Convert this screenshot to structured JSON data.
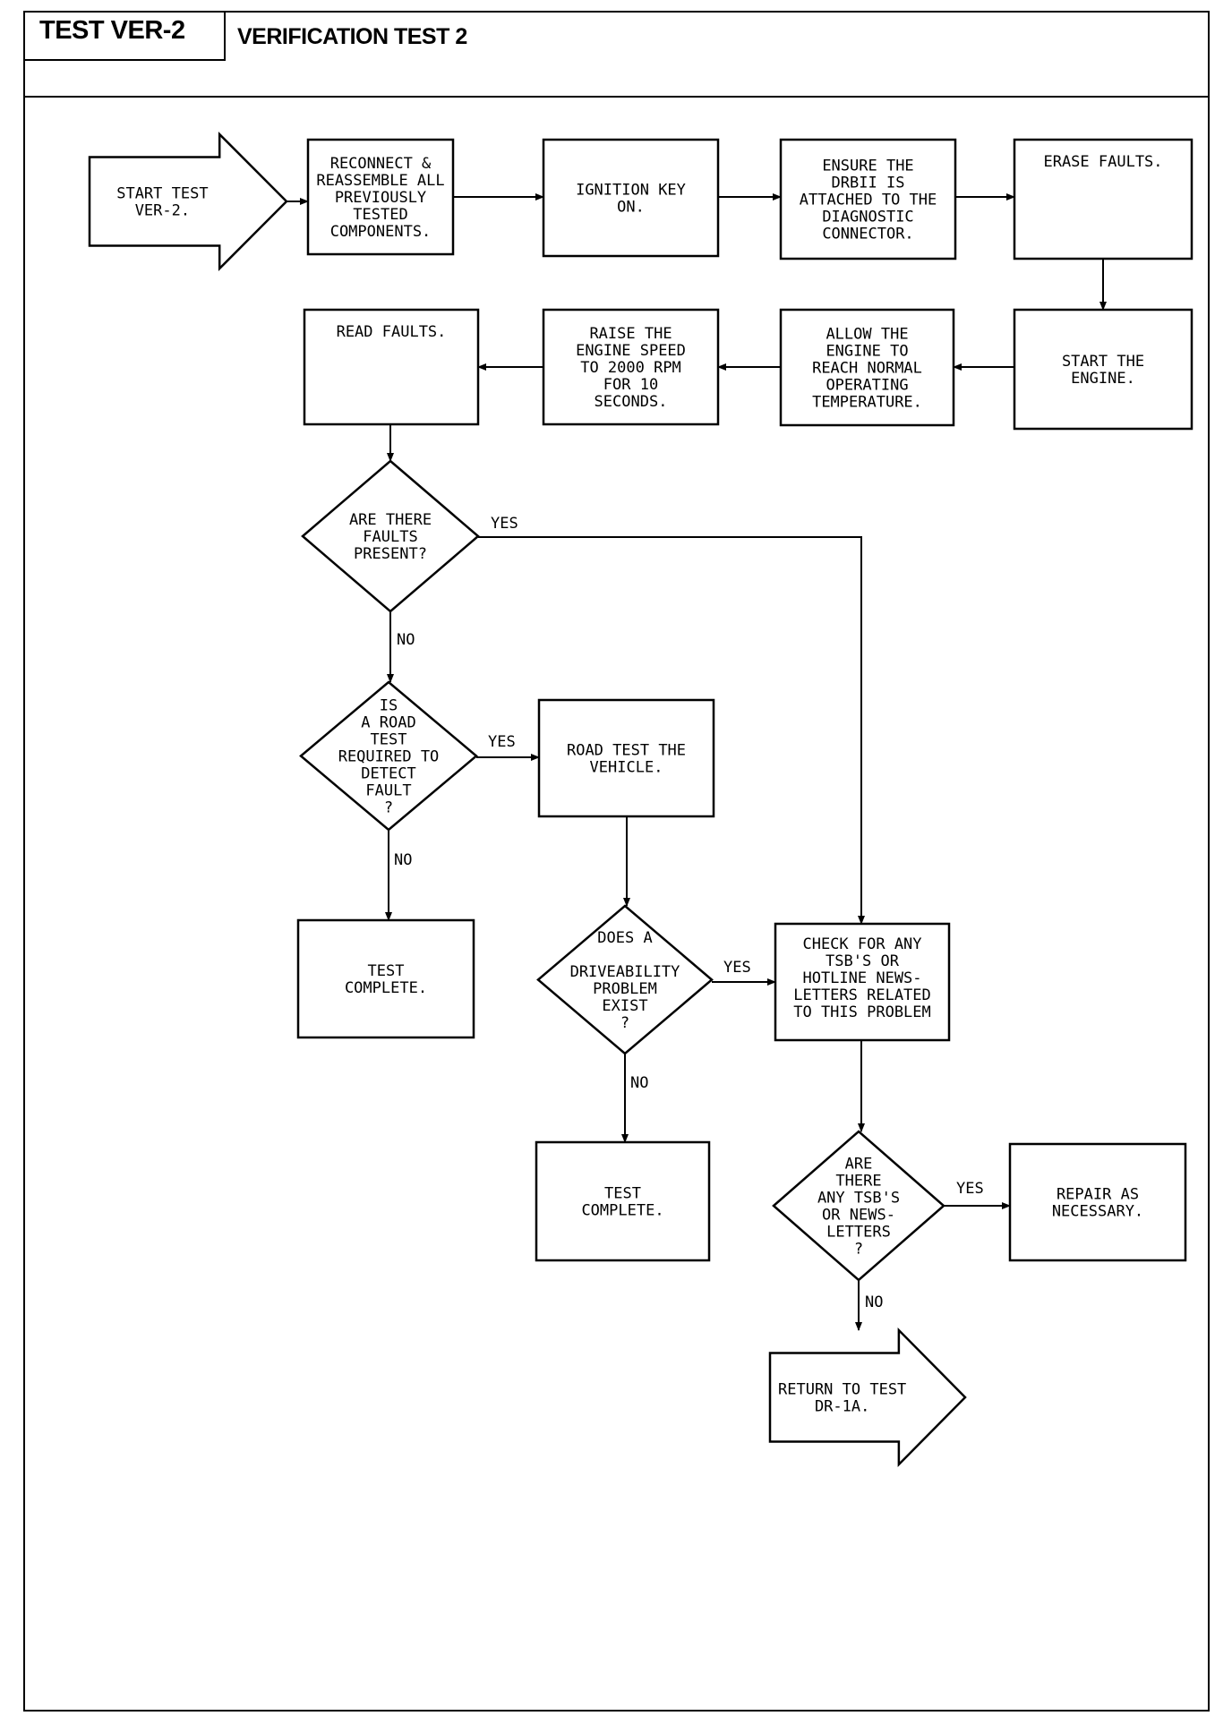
{
  "header": {
    "code": "TEST VER-2",
    "title": "VERIFICATION TEST 2"
  },
  "nodes": [
    {
      "id": "start",
      "shape": "arrow",
      "lines": [
        "START TEST",
        "VER-2."
      ]
    },
    {
      "id": "reconnect",
      "shape": "process",
      "lines": [
        "RECONNECT &",
        "REASSEMBLE ALL",
        "PREVIOUSLY",
        "TESTED",
        "COMPONENTS."
      ]
    },
    {
      "id": "ignition",
      "shape": "process",
      "lines": [
        "IGNITION KEY",
        "ON."
      ]
    },
    {
      "id": "ensure",
      "shape": "process",
      "lines": [
        "ENSURE THE",
        "DRBII IS",
        "ATTACHED TO THE",
        "DIAGNOSTIC",
        "CONNECTOR."
      ]
    },
    {
      "id": "erase",
      "shape": "process",
      "lines": [
        "ERASE FAULTS."
      ]
    },
    {
      "id": "start-engine",
      "shape": "process",
      "lines": [
        "START THE",
        "ENGINE."
      ]
    },
    {
      "id": "allow",
      "shape": "process",
      "lines": [
        "ALLOW THE",
        "ENGINE TO",
        "REACH NORMAL",
        "OPERATING",
        "TEMPERATURE."
      ]
    },
    {
      "id": "raise",
      "shape": "process",
      "lines": [
        "RAISE THE",
        "ENGINE SPEED",
        "TO 2000 RPM",
        "FOR 10",
        "SECONDS."
      ]
    },
    {
      "id": "read",
      "shape": "process",
      "lines": [
        "READ FAULTS."
      ]
    },
    {
      "id": "faults-present",
      "shape": "decision",
      "lines": [
        "ARE THERE",
        "FAULTS",
        "PRESENT?"
      ]
    },
    {
      "id": "road-required",
      "shape": "decision",
      "lines": [
        "IS",
        "A ROAD",
        "TEST",
        "REQUIRED TO",
        "DETECT",
        "FAULT",
        "?"
      ]
    },
    {
      "id": "road-test",
      "shape": "process",
      "lines": [
        "ROAD TEST THE",
        "VEHICLE."
      ]
    },
    {
      "id": "complete-1",
      "shape": "process",
      "lines": [
        "TEST",
        "COMPLETE."
      ]
    },
    {
      "id": "driveability",
      "shape": "decision",
      "lines": [
        "DOES A",
        "",
        "DRIVEABILITY",
        "PROBLEM",
        "EXIST",
        "?"
      ]
    },
    {
      "id": "check-tsb",
      "shape": "process",
      "lines": [
        "CHECK FOR ANY",
        "TSB'S OR",
        "HOTLINE NEWS-",
        "LETTERS RELATED",
        "TO THIS PROBLEM"
      ]
    },
    {
      "id": "complete-2",
      "shape": "process",
      "lines": [
        "TEST",
        "COMPLETE."
      ]
    },
    {
      "id": "any-tsb",
      "shape": "decision",
      "lines": [
        "ARE",
        "THERE",
        "ANY TSB'S",
        "OR NEWS-",
        "LETTERS",
        "?"
      ]
    },
    {
      "id": "repair",
      "shape": "process",
      "lines": [
        "REPAIR AS",
        "NECESSARY."
      ]
    },
    {
      "id": "return",
      "shape": "arrow",
      "lines": [
        "RETURN TO TEST",
        "DR-1A."
      ]
    }
  ],
  "edges": [
    {
      "id": "e1",
      "from": "start",
      "to": "reconnect",
      "label": ""
    },
    {
      "id": "e2",
      "from": "reconnect",
      "to": "ignition",
      "label": ""
    },
    {
      "id": "e3",
      "from": "ignition",
      "to": "ensure",
      "label": ""
    },
    {
      "id": "e4",
      "from": "ensure",
      "to": "erase",
      "label": ""
    },
    {
      "id": "e5",
      "from": "erase",
      "to": "start-engine",
      "label": ""
    },
    {
      "id": "e6",
      "from": "start-engine",
      "to": "allow",
      "label": ""
    },
    {
      "id": "e7",
      "from": "allow",
      "to": "raise",
      "label": ""
    },
    {
      "id": "e8",
      "from": "raise",
      "to": "read",
      "label": ""
    },
    {
      "id": "e9",
      "from": "read",
      "to": "faults-present",
      "label": ""
    },
    {
      "id": "e10",
      "from": "faults-present",
      "to": "check-tsb",
      "label": "YES"
    },
    {
      "id": "e11",
      "from": "faults-present",
      "to": "road-required",
      "label": "NO"
    },
    {
      "id": "e12",
      "from": "road-required",
      "to": "road-test",
      "label": "YES"
    },
    {
      "id": "e13",
      "from": "road-required",
      "to": "complete-1",
      "label": "NO"
    },
    {
      "id": "e14",
      "from": "road-test",
      "to": "driveability",
      "label": ""
    },
    {
      "id": "e15",
      "from": "driveability",
      "to": "check-tsb",
      "label": "YES"
    },
    {
      "id": "e16",
      "from": "driveability",
      "to": "complete-2",
      "label": "NO"
    },
    {
      "id": "e17",
      "from": "check-tsb",
      "to": "any-tsb",
      "label": ""
    },
    {
      "id": "e18",
      "from": "any-tsb",
      "to": "repair",
      "label": "YES"
    },
    {
      "id": "e19",
      "from": "any-tsb",
      "to": "return",
      "label": "NO"
    }
  ]
}
